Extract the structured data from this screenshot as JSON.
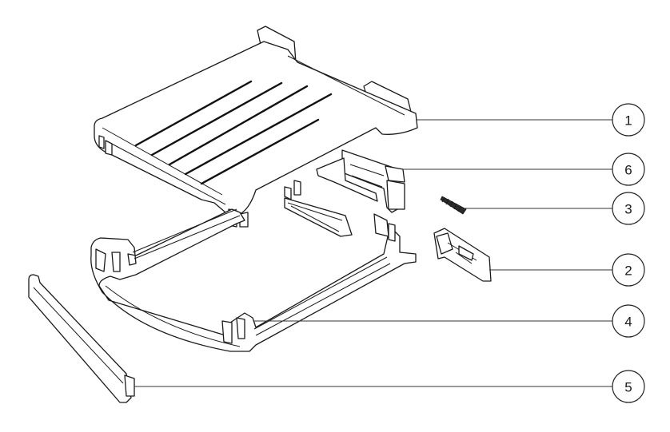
{
  "callouts": [
    {
      "number": "1"
    },
    {
      "number": "6"
    },
    {
      "number": "3"
    },
    {
      "number": "2"
    },
    {
      "number": "4"
    },
    {
      "number": "5"
    }
  ]
}
